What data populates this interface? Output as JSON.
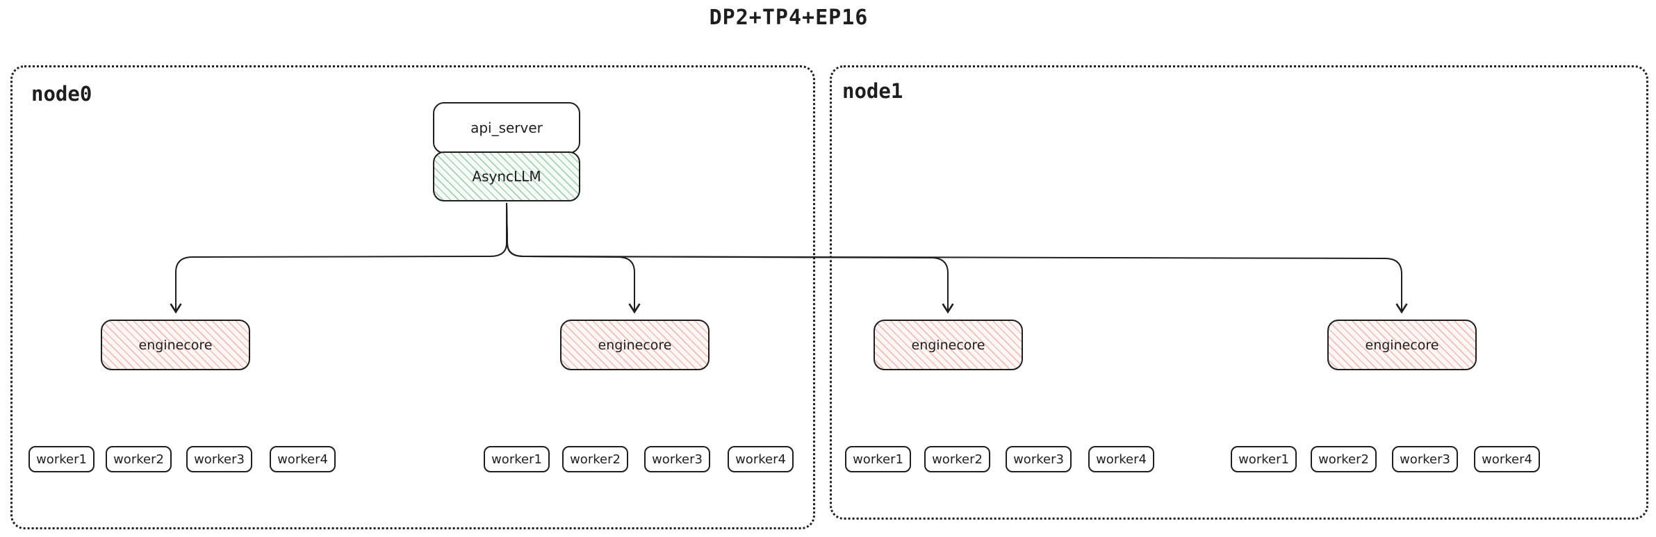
{
  "title": "DP2+TP4+EP16",
  "nodes": [
    {
      "label": "node0"
    },
    {
      "label": "node1"
    }
  ],
  "api_server": {
    "label": "api_server"
  },
  "async_llm": {
    "label": "AsyncLLM"
  },
  "enginecores": [
    "enginecore",
    "enginecore",
    "enginecore",
    "enginecore"
  ],
  "worker_groups": [
    [
      "worker1",
      "worker2",
      "worker3",
      "worker4"
    ],
    [
      "worker1",
      "worker2",
      "worker3",
      "worker4"
    ],
    [
      "worker1",
      "worker2",
      "worker3",
      "worker4"
    ],
    [
      "worker1",
      "worker2",
      "worker3",
      "worker4"
    ]
  ],
  "colors": {
    "stroke": "#1e1e1e",
    "async_llm_fill": "#f6fbf7",
    "async_llm_hatch": "#60b07a",
    "enginecore_fill": "#fdf6f4",
    "enginecore_hatch": "#e07a6a"
  }
}
